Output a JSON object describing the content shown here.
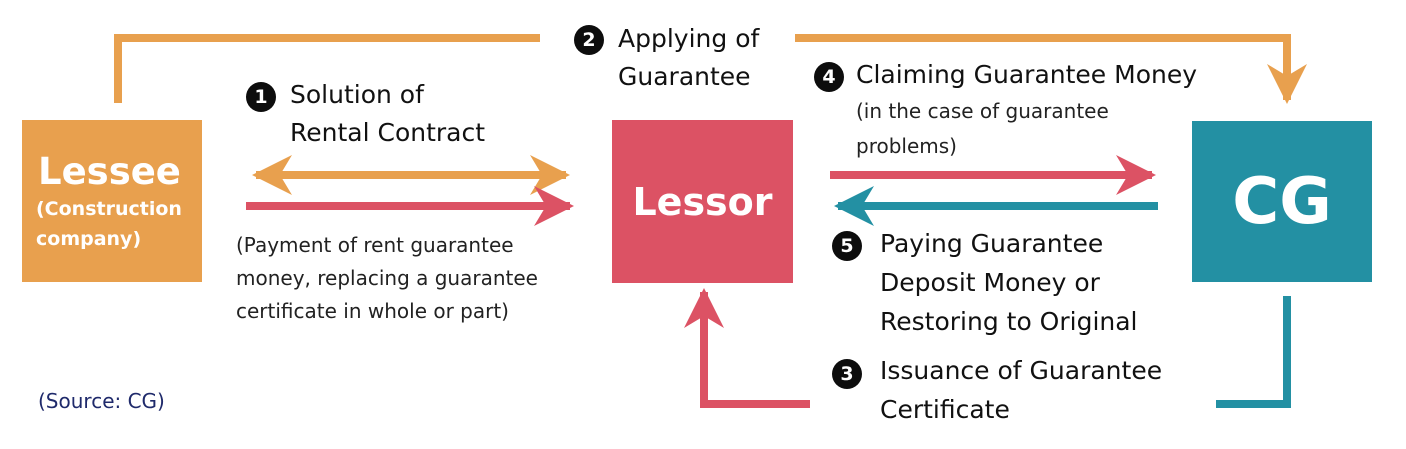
{
  "nodes": {
    "lessee": {
      "title": "Lessee",
      "subtitle_line1": "(Construction",
      "subtitle_line2": "company)"
    },
    "lessor": {
      "title": "Lessor"
    },
    "cg": {
      "title": "CG"
    }
  },
  "steps": {
    "s1": {
      "number": "1",
      "line1": "Solution of",
      "line2": "Rental Contract"
    },
    "s2": {
      "number": "2",
      "line1": "Applying of",
      "line2": "Guarantee"
    },
    "s3": {
      "number": "3",
      "line1": "Issuance of Guarantee",
      "line2": "Certificate"
    },
    "s4": {
      "number": "4",
      "line1": "Claiming Guarantee Money",
      "note1": "(in the case of guarantee",
      "note2": "problems)"
    },
    "s5": {
      "number": "5",
      "line1": "Paying Guarantee",
      "line2": "Deposit Money or",
      "line3": "Restoring to Original"
    }
  },
  "payment_note": {
    "line1": "(Payment of rent guarantee",
    "line2": "money, replacing a guarantee",
    "line3": "certificate in whole or part)"
  },
  "source": "(Source: CG)",
  "colors": {
    "orange": "#E8A04E",
    "red": "#DC5264",
    "teal": "#2390A3",
    "badge": "#0d0d0d",
    "source_text": "#1f2a6b"
  }
}
